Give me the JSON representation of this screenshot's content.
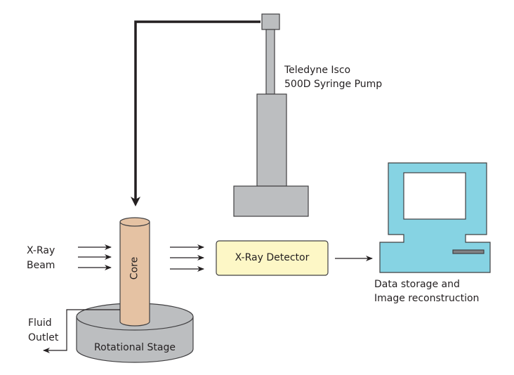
{
  "labels": {
    "pump_line1": "Teledyne Isco",
    "pump_line2": "500D Syringe Pump",
    "beam_line1": "X-Ray",
    "beam_line2": "Beam",
    "core": "Core",
    "detector": "X-Ray Detector",
    "computer_line1": "Data storage and",
    "computer_line2": "Image reconstruction",
    "outlet_line1": "Fluid",
    "outlet_line2": "Outlet",
    "stage": "Rotational Stage"
  },
  "colors": {
    "pump_gray": "#bcbec0",
    "core": "#e5c2a3",
    "detector": "#fdf7c6",
    "computer": "#86d3e3",
    "stage": "#bcbec0",
    "line": "#231f20"
  }
}
